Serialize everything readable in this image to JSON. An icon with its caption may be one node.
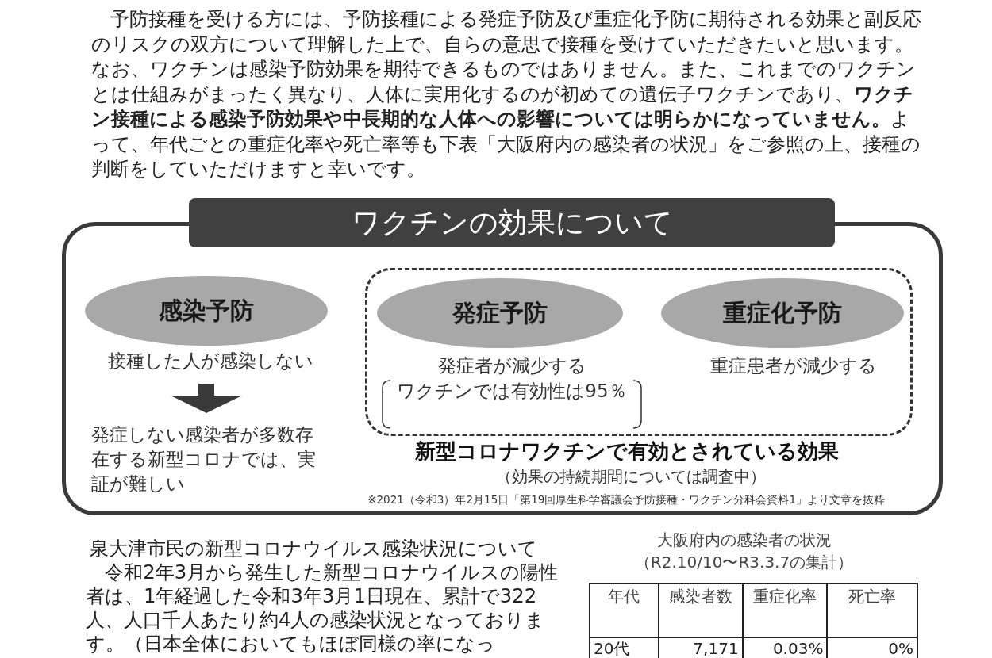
{
  "diagram": {
    "nodes": [
      {
        "text": [
          "ワクチンの効果について"
        ]
      },
      {
        "text": [
          "感染予防"
        ],
        "in": 0
      },
      {
        "text": [
          "接種した人が感染しない"
        ],
        "in": 0
      },
      {
        "text": [
          "発症しない感染者が多数存在する新型コロナでは、実証が難しい"
        ],
        "in": 0
      },
      {
        "text": [
          "新型コロナワクチンで有効とされている効果"
        ],
        "in": 0,
        "beside": [
          "（効果の持続期間については調査中）"
        ]
      },
      {
        "text": [
          "発症予防"
        ],
        "in": 4,
        "beside": [
          "発症者が減少する",
          "ワクチンでは有効性は95％"
        ]
      },
      {
        "text": [
          "重症化予防"
        ],
        "in": 4,
        "beside": [
          "重症患者が減少する"
        ]
      }
    ],
    "edges": [
      {
        "from": 2,
        "to": 3,
        "arrow": "to"
      }
    ],
    "labels": [
      "予防接種を受ける方には、予防接種による発症予防及び重症化予防に期待される効果と副反応のリスクの双方について理解した上で、自らの意思で接種を受けていただきたいと思います。なお、ワクチンは感染予防効果を期待できるものではありません。また、これまでのワクチンとは仕組みがまったく異なり、人体に実用化するのが初めての遺伝子ワクチンであり、**ワクチン接種による感染予防効果や中長期的な人体への影響については明らかになっていません。**よって、年代ごとの重症化率や死亡率等も下表「大阪府内の感染者の状況」をご参照の上、接種の判断をしていただけますと幸いです。",
      "※2021（令和3）年2月15日「第19回厚生科学審議会予防接種・ワクチン分科会資料1」より文章を抜粋",
      "泉大津市民の新型コロナウイルス感染状況について",
      "令和2年3月から発生した新型コロナウイルスの陽性者は、1年経過した令和3年3月1日現在、累計で322人、人口千人あたり約4人の感染状況となっております。（日本全体においてもほぼ同様の率になっ",
      "大阪府内の感染者の状況",
      "（R2.10/10〜R3.3.7の集計）",
      "年代",
      "感染者数",
      "重症化率",
      "死亡率",
      "20代",
      "7,171",
      "0.03%",
      "0%"
    ]
  }
}
